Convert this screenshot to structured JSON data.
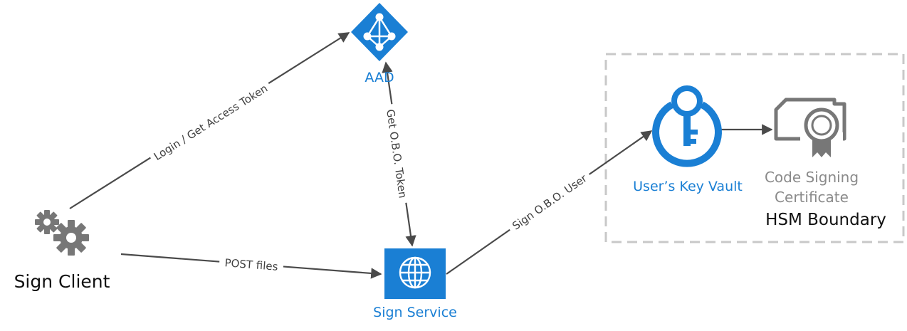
{
  "nodes": {
    "aad": {
      "label": "AAD",
      "icon": "aad-diamond-icon"
    },
    "sign_client": {
      "label": "Sign Client",
      "icon": "gears-icon"
    },
    "sign_service": {
      "label": "Sign Service",
      "icon": "globe-icon"
    },
    "key_vault": {
      "label": "User’s Key Vault",
      "icon": "key-vault-icon"
    },
    "certificate": {
      "label_line1": "Code Signing",
      "label_line2": "Certificate",
      "icon": "certificate-icon"
    }
  },
  "boundary": {
    "label": "HSM Boundary"
  },
  "edges": {
    "login": "Login / Get Access Token",
    "obo_token": "Get O.B.O. Token",
    "post_files": "POST files",
    "sign_obo": "Sign O.B.O. User"
  },
  "colors": {
    "accent": "#1a7fd4",
    "icon_grey": "#777777",
    "connector": "#4a4a4a",
    "boundary": "#c8c8c8"
  }
}
